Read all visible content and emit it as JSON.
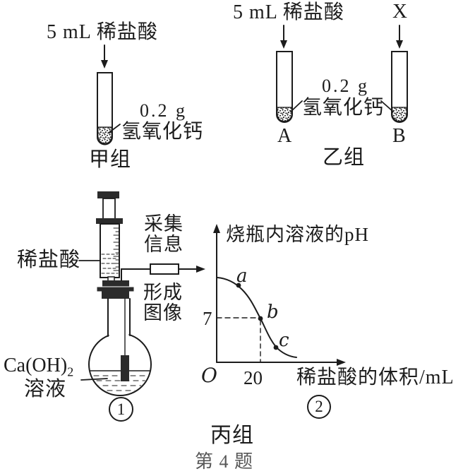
{
  "colors": {
    "ink": "#1c1c1c",
    "muted": "#575757",
    "paper": "#ffffff"
  },
  "group_jia": {
    "reagent_label": "5 mL 稀盐酸",
    "solid_amount": "0.2 g",
    "solid_name": "氢氧化钙",
    "group_label": "甲组"
  },
  "group_yi": {
    "reagent_label": "5 mL 稀盐酸",
    "x_label": "X",
    "solid_amount": "0.2 g",
    "solid_name": "氢氧化钙",
    "tube_a_label": "A",
    "tube_b_label": "B",
    "group_label": "乙组"
  },
  "group_bing": {
    "syringe_label": "稀盐酸",
    "collect_info": "采集\n信息",
    "form_image": "形成\n图像",
    "flask_solution_formula": "Ca(OH)",
    "flask_solution_formula_sub": "2",
    "flask_solution_word": "溶液",
    "apparatus_number": "1",
    "graph_number": "2",
    "group_label": "丙组"
  },
  "chart_data": {
    "type": "line",
    "title": "",
    "ylabel": "烧瓶内溶液的pH",
    "xlabel": "稀盐酸的体积/mL",
    "origin_label": "O",
    "y_ticks": [
      7
    ],
    "x_ticks": [
      20
    ],
    "grid": false,
    "legend": "none",
    "series": [
      {
        "name": "pH of flask solution vs volume of dilute HCl added",
        "shape": "decreasing sigmoid: starts near pH 12, falls steeply, crosses pH 7 at 20 mL, levels off near pH 2-3",
        "labeled_points": [
          {
            "label": "a",
            "x": 10,
            "y": 11
          },
          {
            "label": "b",
            "x": 20,
            "y": 7
          },
          {
            "label": "c",
            "x": 27,
            "y": 3.5
          }
        ]
      }
    ]
  },
  "caption": {
    "question_label": "第 4 题"
  }
}
